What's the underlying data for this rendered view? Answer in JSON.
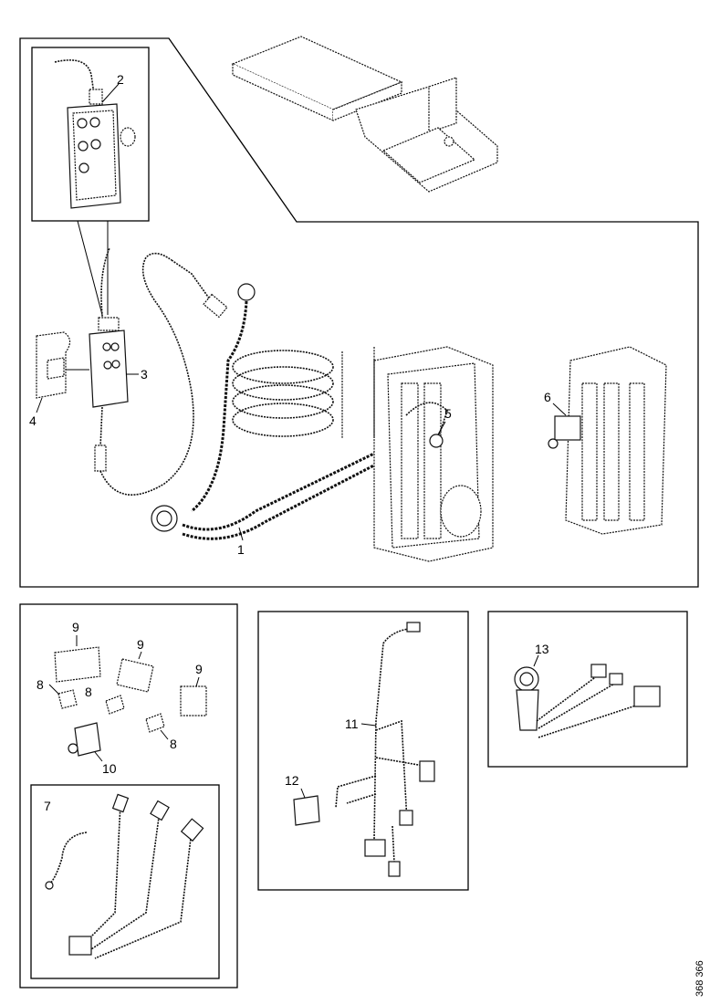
{
  "callouts": {
    "c1": "1",
    "c2": "2",
    "c3": "3",
    "c4": "4",
    "c5": "5",
    "c6": "6",
    "c7": "7",
    "c8a": "8",
    "c8b": "8",
    "c8c": "8",
    "c9a": "9",
    "c9b": "9",
    "c9c": "9",
    "c10": "10",
    "c11": "11",
    "c12": "12",
    "c13": "13"
  },
  "reference_number": "368 366"
}
